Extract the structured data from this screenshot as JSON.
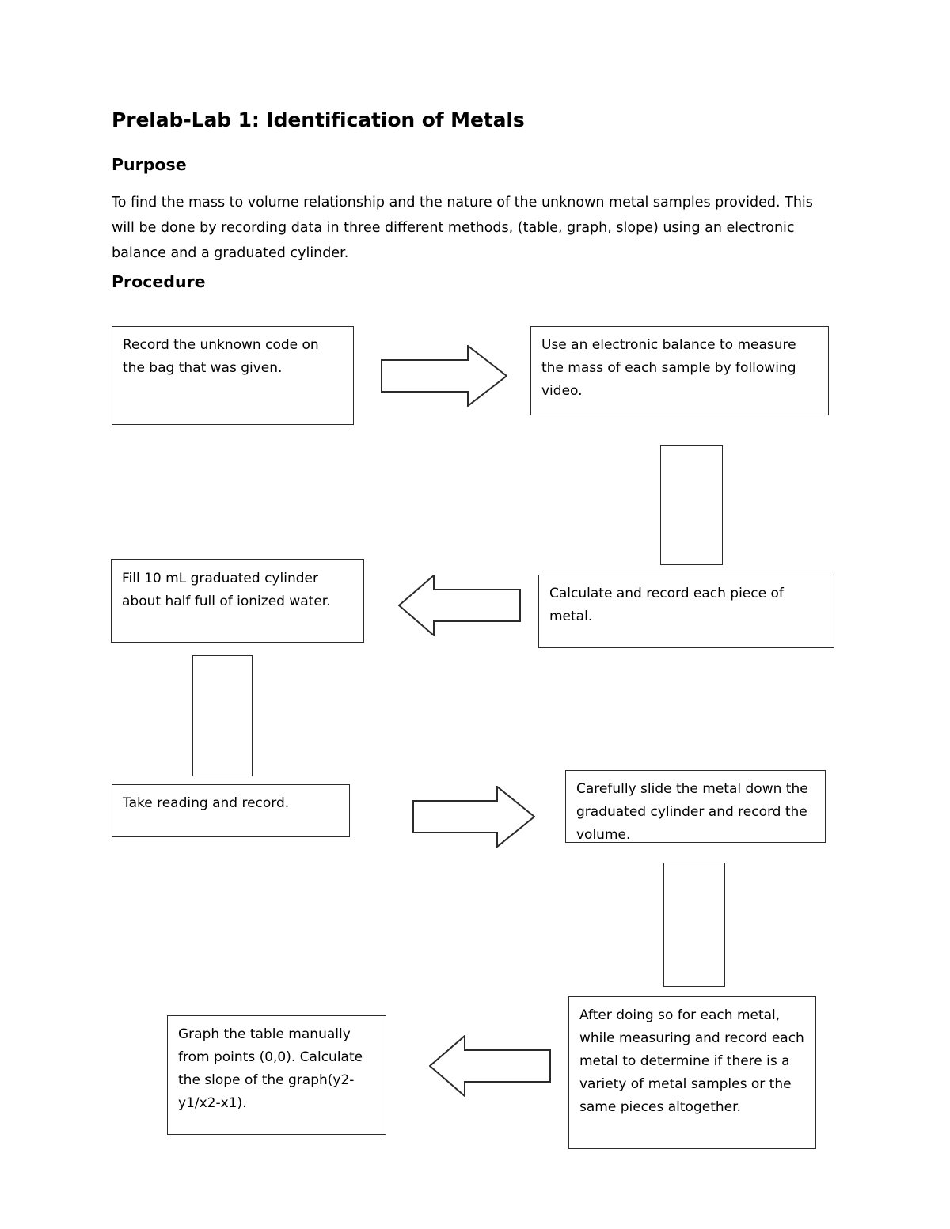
{
  "document": {
    "title": "Prelab-Lab 1: Identification of Metals",
    "sections": {
      "purpose": {
        "heading": "Purpose",
        "body": "To find the mass to volume relationship and the nature of the unknown metal samples provided. This will be done by recording data in three different methods, (table, graph, slope) using an electronic balance and a graduated cylinder."
      },
      "procedure": {
        "heading": "Procedure"
      }
    }
  },
  "flowchart": {
    "steps": [
      {
        "id": "step-1",
        "text": "Record the unknown code on the bag that was given."
      },
      {
        "id": "step-2",
        "text": "Use an electronic balance to measure the mass of each sample by following video."
      },
      {
        "id": "step-3",
        "text": "Calculate and record each piece of metal."
      },
      {
        "id": "step-4",
        "text": "Fill 10 mL graduated cylinder about half full of ionized water."
      },
      {
        "id": "step-5",
        "text": "Take reading and record."
      },
      {
        "id": "step-6",
        "text": "Carefully slide the metal down the graduated cylinder and record the volume."
      },
      {
        "id": "step-7",
        "text": "After doing so for each metal, while measuring and record each metal to determine if there is a variety of metal samples or the same pieces altogether."
      },
      {
        "id": "step-8",
        "text": "Graph the table manually from points (0,0). Calculate the slope of the graph(y2-y1/x2-x1)."
      }
    ],
    "connectors": [
      {
        "id": "arrow-right-1",
        "direction": "right"
      },
      {
        "id": "connector-down-1",
        "direction": "down"
      },
      {
        "id": "arrow-left-1",
        "direction": "left"
      },
      {
        "id": "connector-down-2",
        "direction": "down"
      },
      {
        "id": "arrow-right-2",
        "direction": "right"
      },
      {
        "id": "connector-down-3",
        "direction": "down"
      },
      {
        "id": "arrow-left-2",
        "direction": "left"
      }
    ]
  },
  "colors": {
    "page_background": "#ffffff",
    "text": "#000000",
    "shape_stroke": "#2b2b2b"
  }
}
